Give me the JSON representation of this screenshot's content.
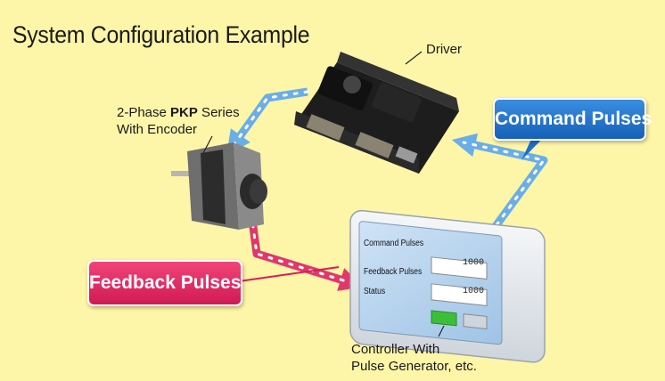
{
  "title": "System Configuration Example",
  "labels": {
    "driver": "Driver",
    "motor_prefix": "2-Phase ",
    "motor_bold": "PKP",
    "motor_suffix": " Series",
    "motor_line2": "With Encoder",
    "controller_line1": "Controller With",
    "controller_line2": "Pulse Generator, etc."
  },
  "callouts": {
    "command": "Command Pulses",
    "feedback": "Feedback Pulses"
  },
  "panel": {
    "command_label": "Command Pulses",
    "feedback_label": "Feedback Pulses",
    "status_label": "Status",
    "command_value": "1000",
    "feedback_value": "1000"
  },
  "colors": {
    "background": "#fdf5a8",
    "command_blue": "#1f6fc8",
    "feedback_red": "#d91f5a",
    "command_path": "#6aaee8",
    "feedback_path": "#e0386a",
    "status_green": "#3bbf3b"
  }
}
